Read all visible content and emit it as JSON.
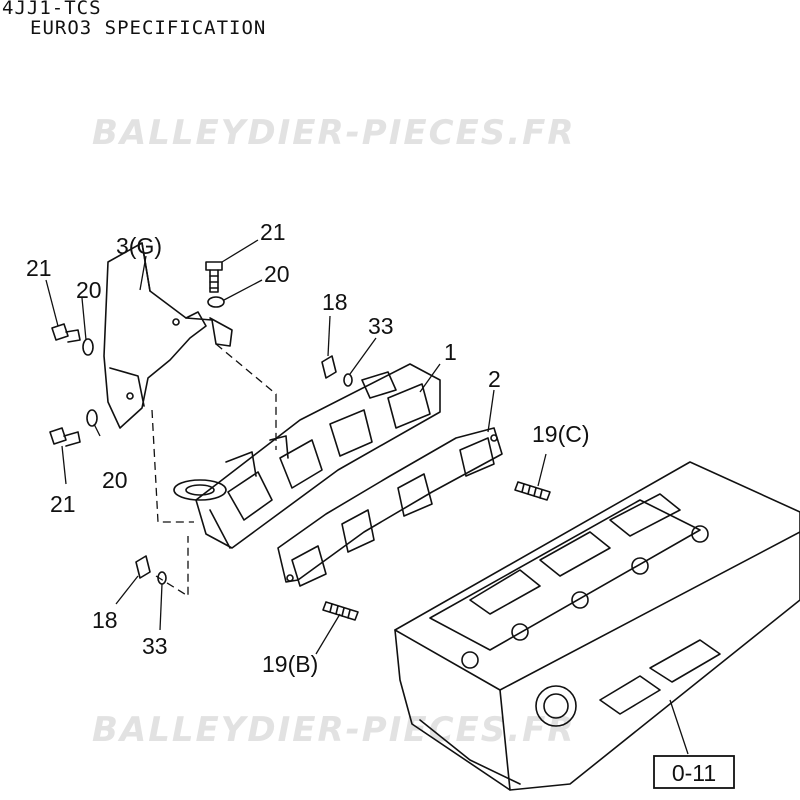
{
  "header": {
    "model": "4JJ1-TCS",
    "spec": "EURO3 SPECIFICATION"
  },
  "watermark": {
    "text": "BALLEYDIER-PIECES.FR"
  },
  "callouts": {
    "c1": "1",
    "c2": "2",
    "c3g": "3(G)",
    "c18a": "18",
    "c18b": "18",
    "c19b": "19(B)",
    "c19c": "19(C)",
    "c20a": "20",
    "c20b": "20",
    "c20c": "20",
    "c21a": "21",
    "c21b": "21",
    "c21c": "21",
    "c33a": "33",
    "c33b": "33"
  },
  "reference_box": {
    "label": "0-11"
  }
}
